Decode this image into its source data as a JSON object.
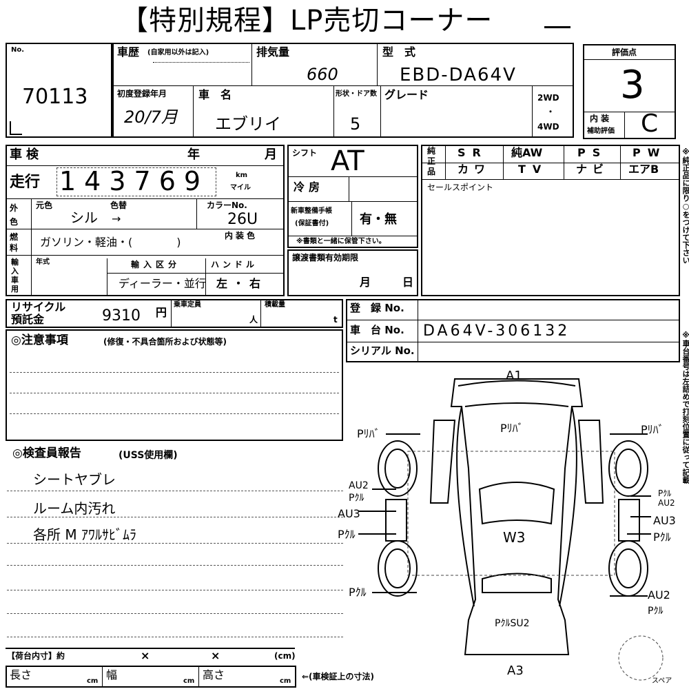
{
  "title": "【特別規程】LP売切コーナー",
  "header": {
    "no_label": "No.",
    "no_value": "70113",
    "history_label": "車歴",
    "history_note": "(自家用以外は記入)",
    "displacement_label": "排気量",
    "displacement_value": "660",
    "model_label": "型　式",
    "model_value": "EBD-DA64V",
    "first_reg_label": "初度登録年月",
    "first_reg_value": "20/7月",
    "car_name_label": "車　名",
    "car_name_value": "エブリイ",
    "doors_label": "形状・ドア数",
    "doors_value": "5",
    "grade_label": "グレード",
    "drive_2wd": "2WD",
    "drive_dot": "・",
    "drive_4wd": "4WD",
    "score_label": "評価点",
    "score_value": "3",
    "interior_label": "内 装",
    "interior_sub": "補助評価",
    "interior_value": "C"
  },
  "inspection": {
    "shaken_label": "車検",
    "year_unit": "年",
    "month_unit": "月",
    "mileage_label": "走行",
    "mileage_value": "143769",
    "km_unit": "km",
    "mile_unit": "マイル",
    "ext_color_label": "外色",
    "orig_color_label": "元色",
    "orig_color_value": "シル",
    "repaint_label": "色替",
    "repaint_value": "→",
    "color_no_label": "カラーNo.",
    "color_no_value": "26U",
    "fuel_label": "燃料",
    "fuel_value": "ガソリン・軽油・(　　　　)",
    "interior_color_label": "内装色",
    "import_label": "輸入車用",
    "model_year_label": "年式",
    "import_type_label": "輸入区分",
    "import_type_value": "ディーラー・並行",
    "handle_label": "ハンドル",
    "handle_value": "左・右",
    "shift_label": "シフト",
    "shift_value": "AT",
    "aircon_label": "冷房",
    "warranty_label": "新車整備手帳\n(保証書付)",
    "warranty_label_1": "新車整備手帳",
    "warranty_label_2": "(保証書付)",
    "warranty_value": "有・無",
    "warranty_note": "※書類と一緒に保管下さい。",
    "transfer_label": "譲渡書類有効期限",
    "transfer_month": "月",
    "transfer_day": "日"
  },
  "equipment": {
    "side_label": "純正品",
    "items": [
      "SR",
      "純AW",
      "PS",
      "PW",
      "カワ",
      "TV",
      "ナビ",
      "エアB"
    ],
    "sales_point_label": "セールスポイント"
  },
  "recycle": {
    "label": "リサイクル預託金",
    "label_1": "リサイクル",
    "label_2": "預託金",
    "value": "9310",
    "yen": "円",
    "capacity_label": "乗車定員",
    "capacity_unit": "人",
    "load_label": "積載量",
    "load_unit": "t"
  },
  "registration": {
    "reg_no_label": "登　録 No.",
    "chassis_no_label": "車　台 No.",
    "chassis_no_value": "DA64V-306132",
    "serial_no_label": "シリアル No."
  },
  "notes": {
    "caution_label": "◎注意事項",
    "caution_sub": "(修復・不具合箇所および状態等)",
    "inspector_label": "◎検査員報告",
    "inspector_sub": "(USS使用欄)",
    "inspector_lines": [
      "シートヤブレ",
      "ルーム内汚れ",
      "各所 M ｱﾜﾙｻﾋﾞﾑﾗ"
    ]
  },
  "diagram": {
    "marks": [
      "A1",
      "Pﾘﾊﾞ",
      "Pﾘﾊﾞ",
      "Pﾘﾊﾞ",
      "AU2",
      "Pｸﾙ",
      "AU3",
      "Pｸﾙ",
      "Pｸﾙ",
      "W3",
      "Pｸﾙ",
      "AU2",
      "AU3",
      "Pｸﾙ",
      "AU2",
      "Pｸﾙ",
      "PｸﾙSU2",
      "A3"
    ],
    "spare_label": "スペア"
  },
  "cargo": {
    "label": "【荷台内寸】約",
    "x1": "×",
    "x2": "×",
    "unit": "(cm)",
    "length_label": "長さ",
    "width_label": "幅",
    "height_label": "高さ",
    "cm": "cm",
    "arrow_note": "⇐(車検証上の寸法)"
  },
  "side_notes": {
    "right_1": "※純正品に限り○をつけて下さい",
    "right_2": "※車台番号は左詰めで打刻位置に従って記載"
  }
}
